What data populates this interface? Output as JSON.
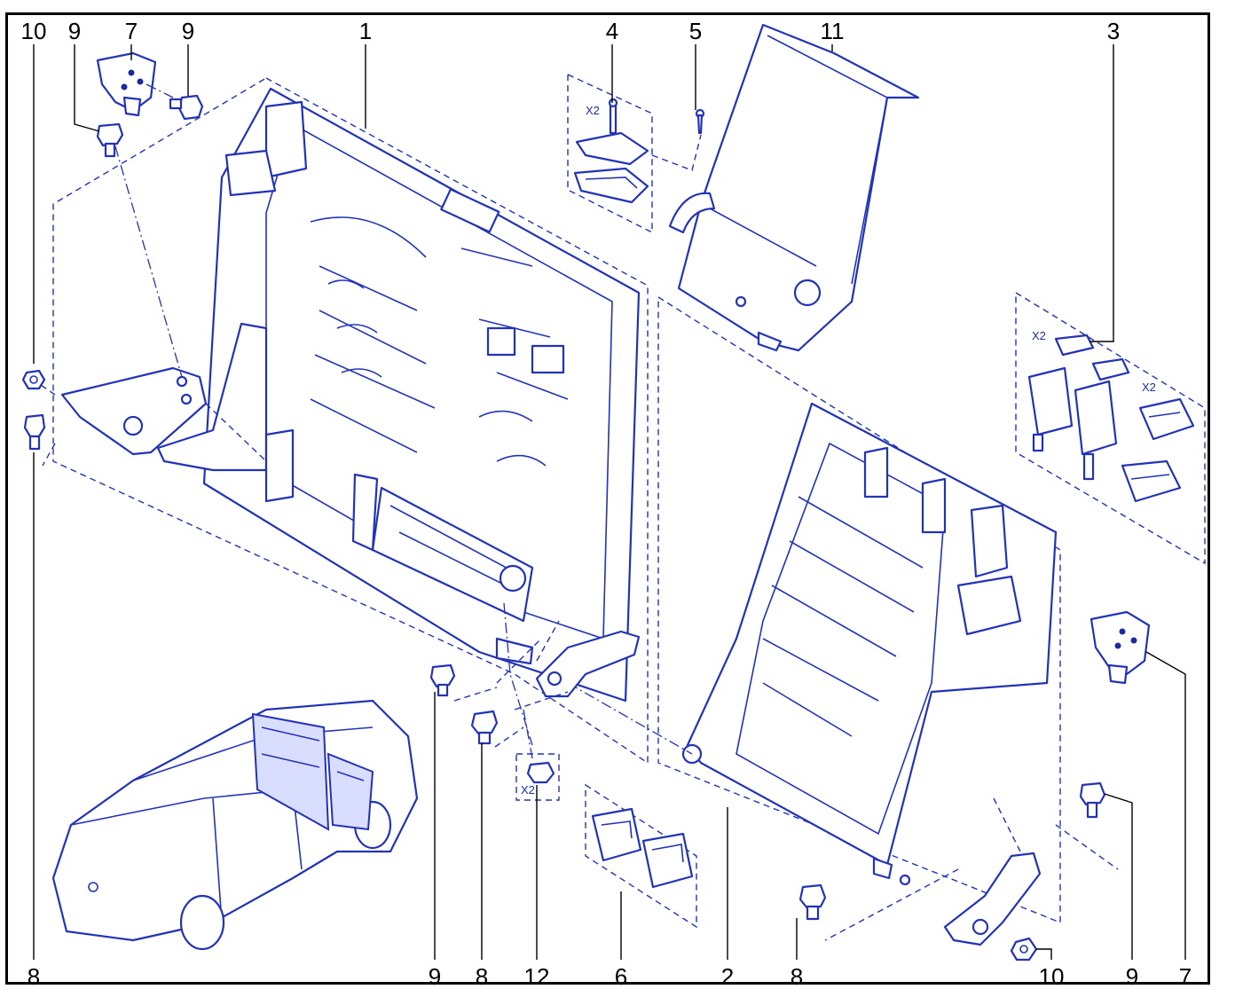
{
  "callouts_top": [
    "10",
    "9",
    "7",
    "9",
    "1",
    "4",
    "5",
    "11",
    "3"
  ],
  "callouts_bottom": [
    "8",
    "9",
    "8",
    "12",
    "6",
    "2",
    "8",
    "10",
    "9",
    "7"
  ],
  "quantity_marks": [
    "X2",
    "X2",
    "X2",
    "X2"
  ],
  "colors": {
    "line": "#2233b8",
    "label": "#000000",
    "frame": "#000000"
  }
}
